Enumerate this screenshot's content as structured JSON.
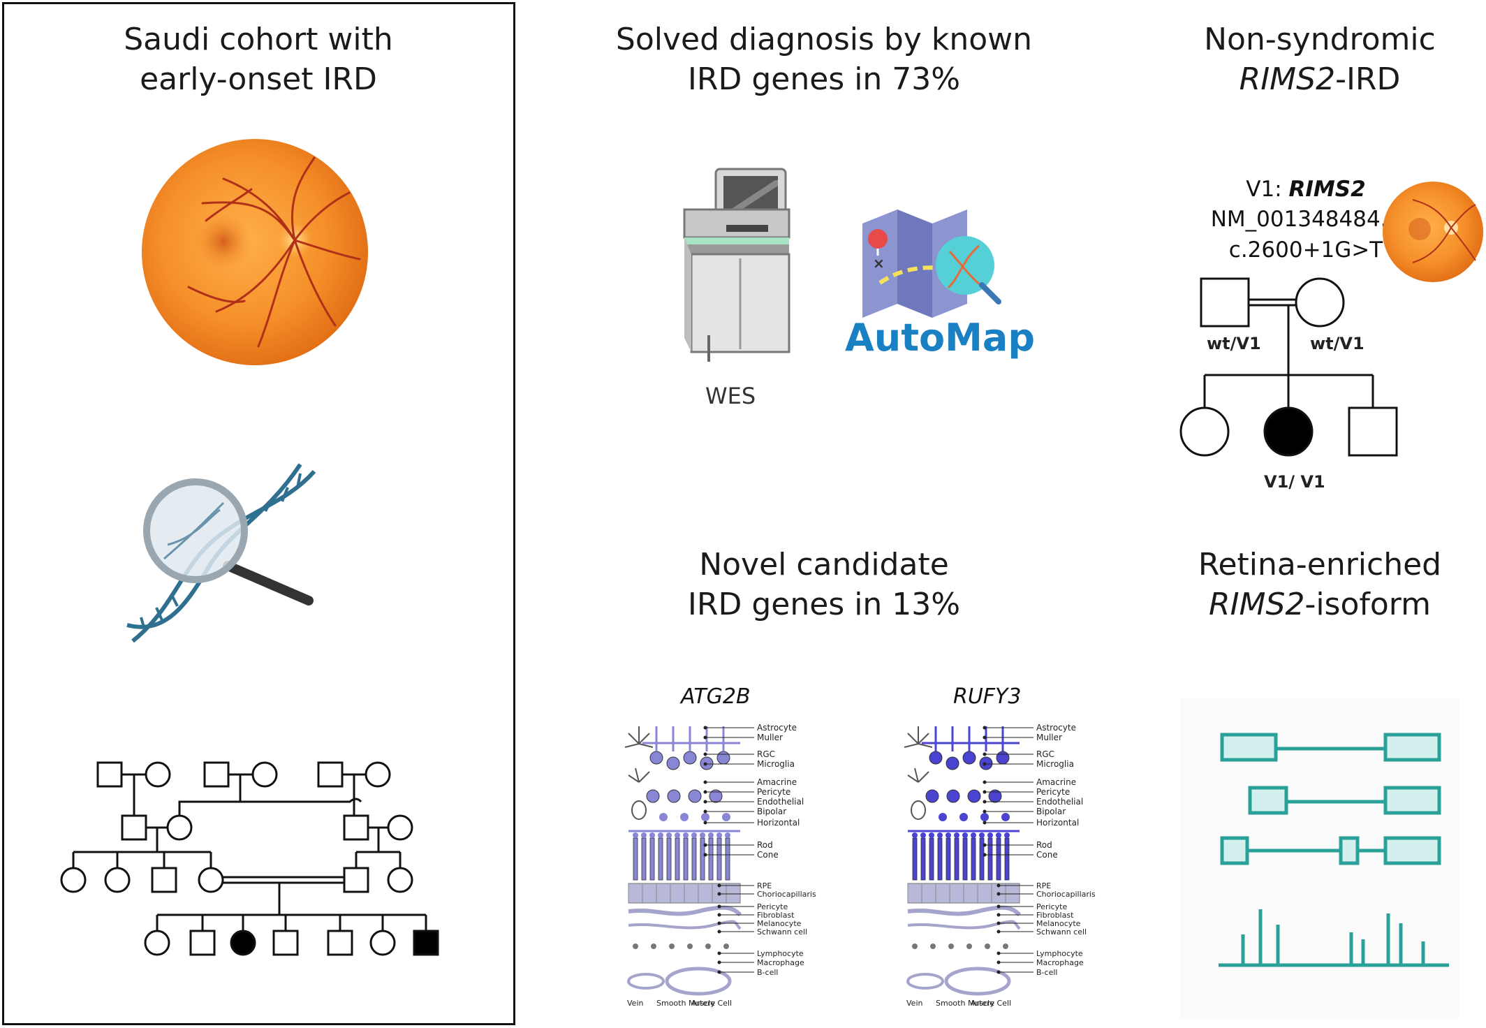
{
  "panel_cohort": {
    "title_line1": "Saudi cohort with",
    "title_line2": "early-onset IRD"
  },
  "panel_known": {
    "title_line1": "Solved diagnosis by known",
    "title_line2": "IRD genes in 73%",
    "wes_label": "WES",
    "automap_label": "AutoMap"
  },
  "panel_rims2": {
    "title_line1": "Non-syndromic",
    "title_italic": "RIMS2",
    "title_rest": "-IRD",
    "variant_prefix": "V1: ",
    "variant_gene": "RIMS2",
    "variant_transcript": "NM_001348484.2",
    "variant_change": "c.2600+1G>T",
    "genotype_father": "wt/V1",
    "genotype_mother": "wt/V1",
    "genotype_affected": "V1/ V1"
  },
  "panel_novel": {
    "title_line1": "Novel candidate",
    "title_line2": "IRD genes in 13%",
    "gene1": "ATG2B",
    "gene2": "RUFY3",
    "cell_labels_top": [
      "Astrocyte",
      "Muller",
      "RGC",
      "Microglia",
      "Amacrine",
      "Pericyte",
      "Endothelial",
      "Bipolar",
      "Horizontal",
      "Rod",
      "Cone"
    ],
    "cell_labels_bottom": [
      "RPE",
      "Choriocapillaris",
      "Pericyte",
      "Fibroblast",
      "Melanocyte",
      "Schwann cell",
      "Lymphocyte",
      "Macrophage",
      "B-cell"
    ],
    "vessel_labels": [
      "Vein",
      "Smooth Muscle Cell",
      "Artery"
    ]
  },
  "panel_isoform": {
    "title_line1": "Retina-enriched",
    "title_italic": "RIMS2",
    "title_rest": "-isoform"
  },
  "colors": {
    "retina": "#f08a24",
    "dna": "#2f6f8f",
    "isoform": "#2aa198",
    "cells_atg2b": "#8a86d6",
    "cells_rufy3": "#4a44d0"
  }
}
